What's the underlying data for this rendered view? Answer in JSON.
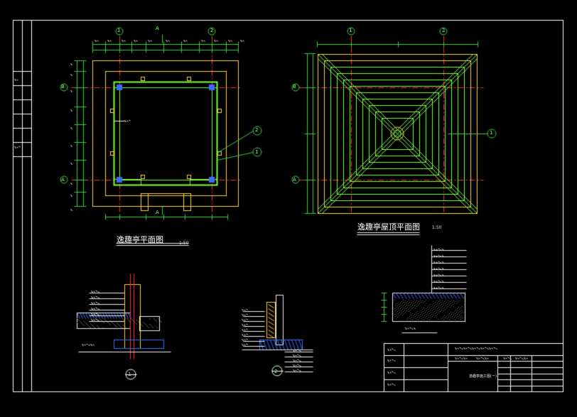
{
  "drawing": {
    "plan_title": "逸趣亭平面图",
    "plan_scale": "1:50",
    "roof_title": "逸趣亭屋顶平面图",
    "roof_scale": "1:50",
    "section_mark_top": "A",
    "section_mark_bottom": "A",
    "axis_labels_top": [
      "1",
      "2"
    ],
    "axis_labels_left": [
      "B",
      "A"
    ],
    "roof_axis_labels_top": [
      "1",
      "2"
    ],
    "roof_axis_labels_left": [
      "B",
      "A"
    ],
    "plan_callouts": [
      "2",
      "1"
    ],
    "roof_callout": "1",
    "detail_bubbles": [
      "1",
      "2"
    ],
    "title_block_name": "逸趣亭施工图(一)"
  },
  "colors": {
    "background": "#000000",
    "frame": "#ffffff",
    "wall": "#ffd24a",
    "column": "#7dff3a",
    "axis": "#ff3030",
    "dimension": "#3ad23a",
    "text": "#f0f0f0",
    "hatch_blue": "#3a6cff",
    "cyan": "#30d8e8"
  }
}
